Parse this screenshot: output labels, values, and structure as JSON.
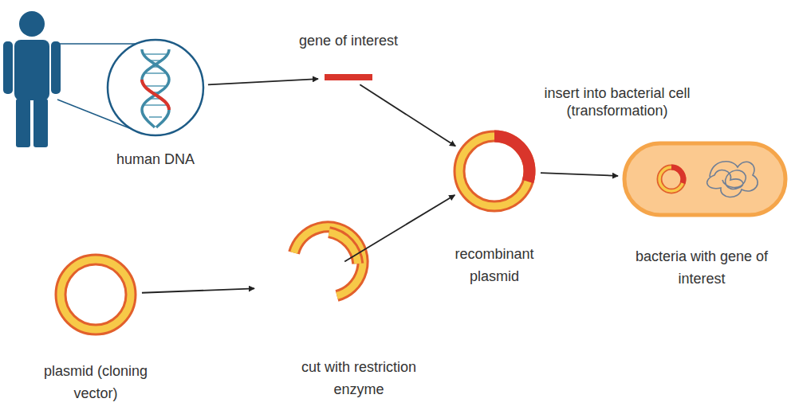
{
  "diagram": {
    "nodes": [
      {
        "text": [
          "human DNA"
        ]
      },
      {
        "text": [
          "gene of interest"
        ]
      },
      {
        "text": [
          "recombinant plasmid"
        ]
      },
      {
        "text": [
          "bacteria with gene of interest"
        ]
      },
      {
        "text": [
          "plasmid (cloning vector)"
        ]
      },
      {
        "text": [
          "cut with restriction enzyme"
        ]
      }
    ],
    "edges": [
      {
        "from": 0,
        "to": 1,
        "arrow": "to"
      },
      {
        "from": 1,
        "to": 2,
        "arrow": "to"
      },
      {
        "from": 4,
        "to": 5,
        "arrow": "to"
      },
      {
        "from": 5,
        "to": 2,
        "arrow": "to"
      },
      {
        "from": 2,
        "to": 3,
        "arrow": "to",
        "label": "insert into bacterial cell (transformation)"
      }
    ]
  }
}
